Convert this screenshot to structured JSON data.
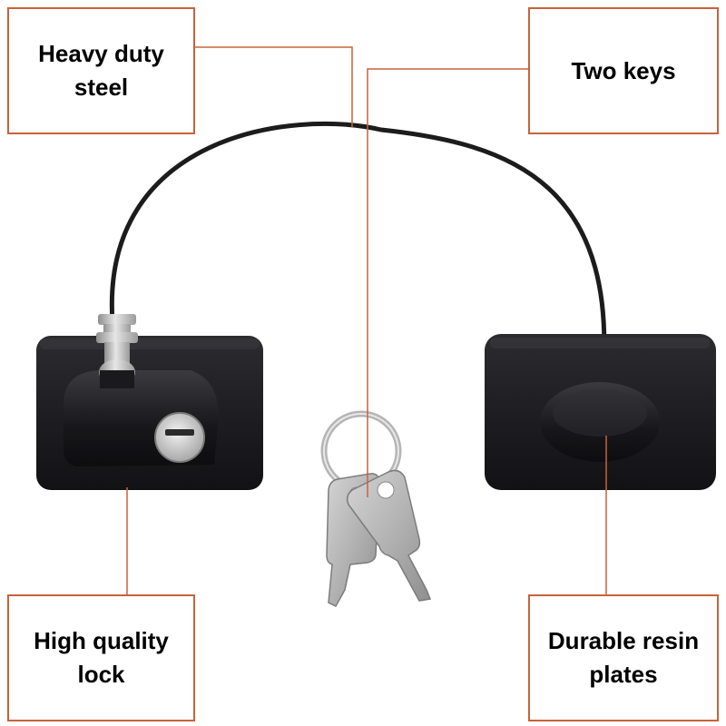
{
  "callouts": {
    "steel": {
      "line1": "Heavy duty",
      "line2": "steel"
    },
    "keys": {
      "line1": "Two keys"
    },
    "lock": {
      "line1": "High quality",
      "line2": "lock"
    },
    "plates": {
      "line1": "Durable resin",
      "line2": "plates"
    }
  },
  "colors": {
    "callout_border": "#c8623a",
    "leader_line": "#c8623a",
    "plate": "#1b1b1f",
    "cable": "#1c1c1c",
    "key_metal": "#b9b9b9",
    "background": "#ffffff"
  },
  "icons": {
    "lock_plate": "lock-plate-icon",
    "resin_plate": "resin-plate-icon",
    "keys": "keys-icon",
    "cable": "cable-icon"
  }
}
